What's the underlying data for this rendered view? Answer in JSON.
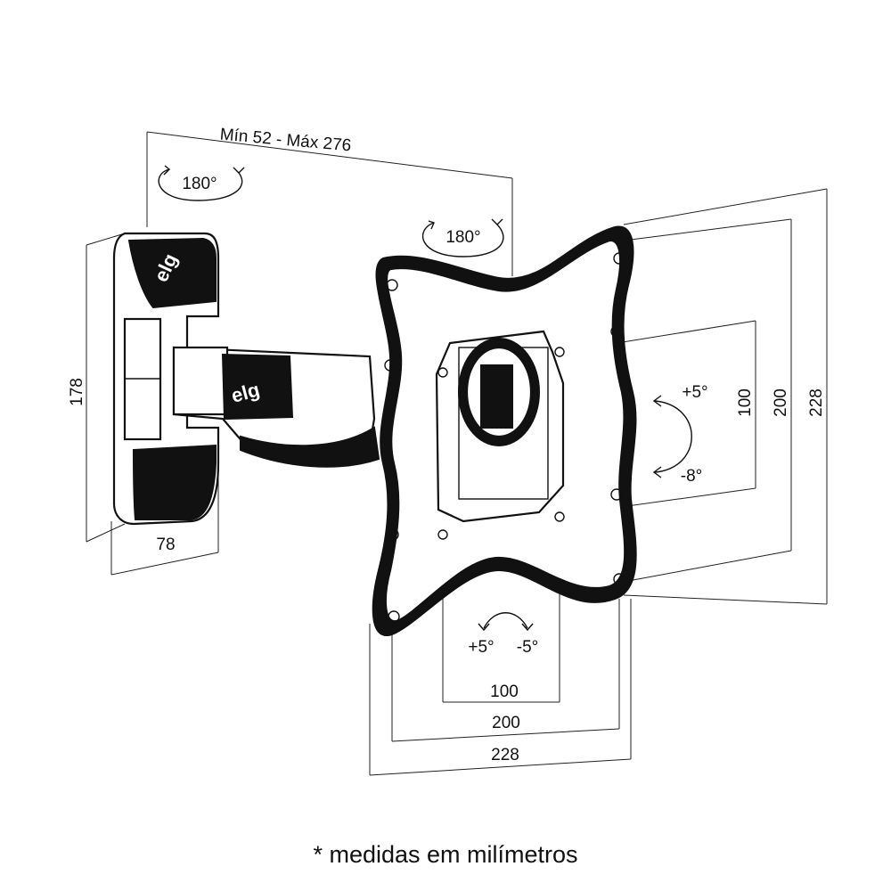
{
  "depth_label": "Mín 52 - Máx 276",
  "wall_swivel_label": "180°",
  "arm_swivel_label": "180°",
  "wall_height_label": "178",
  "wall_width_label": "78",
  "tilt": {
    "up": "+5°",
    "down": "-8°"
  },
  "rotation": {
    "left": "+5°",
    "right": "-5°"
  },
  "vesa_vertical": [
    "100",
    "200",
    "228"
  ],
  "vesa_horizontal": [
    "100",
    "200",
    "228"
  ],
  "brand_logo": "elg",
  "footnote": "* medidas em milímetros",
  "colors": {
    "line": "#111111",
    "background": "#ffffff"
  }
}
